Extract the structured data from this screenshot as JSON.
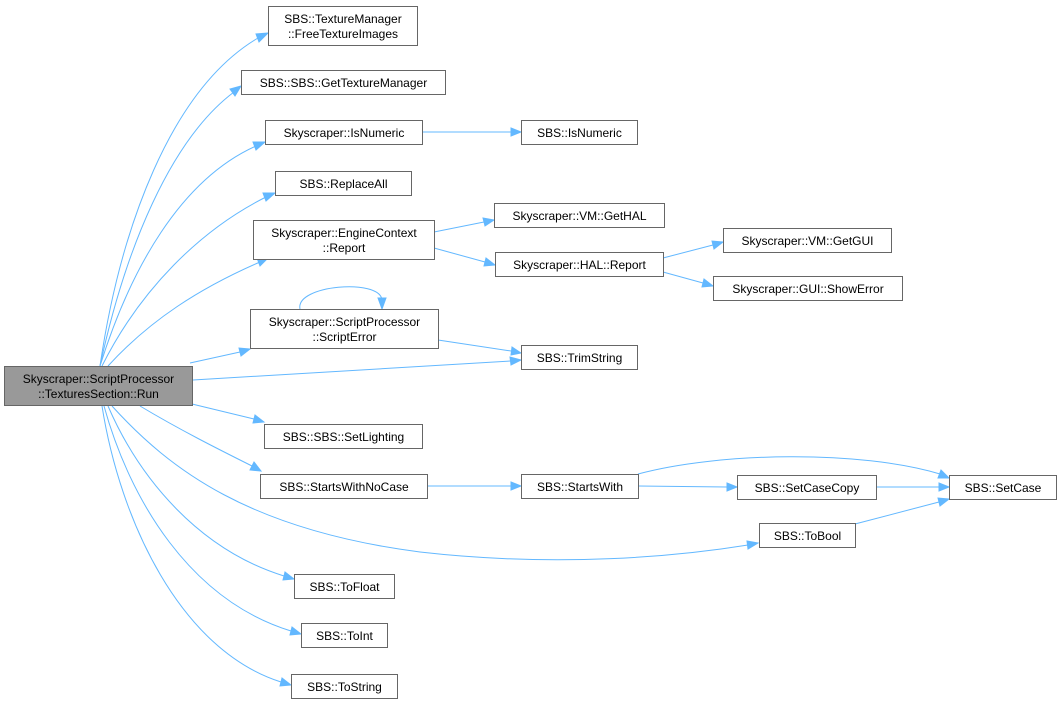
{
  "colors": {
    "edge": "#63b8ff",
    "node_border": "#666666",
    "root_fill": "#999999",
    "node_fill": "#ffffff"
  },
  "nodes": {
    "root": [
      "Skyscraper::ScriptProcessor",
      "::TexturesSection::Run"
    ],
    "free_texture_images": [
      "SBS::TextureManager",
      "::FreeTextureImages"
    ],
    "get_texture_manager": [
      "SBS::SBS::GetTextureManager"
    ],
    "sky_is_numeric": [
      "Skyscraper::IsNumeric"
    ],
    "sbs_is_numeric": [
      "SBS::IsNumeric"
    ],
    "replace_all": [
      "SBS::ReplaceAll"
    ],
    "engine_report": [
      "Skyscraper::EngineContext",
      "::Report"
    ],
    "vm_get_hal": [
      "Skyscraper::VM::GetHAL"
    ],
    "hal_report": [
      "Skyscraper::HAL::Report"
    ],
    "vm_get_gui": [
      "Skyscraper::VM::GetGUI"
    ],
    "gui_show_error": [
      "Skyscraper::GUI::ShowError"
    ],
    "script_error": [
      "Skyscraper::ScriptProcessor",
      "::ScriptError"
    ],
    "trim_string": [
      "SBS::TrimString"
    ],
    "set_lighting": [
      "SBS::SBS::SetLighting"
    ],
    "starts_with_no_case": [
      "SBS::StartsWithNoCase"
    ],
    "starts_with": [
      "SBS::StartsWith"
    ],
    "set_case_copy": [
      "SBS::SetCaseCopy"
    ],
    "set_case": [
      "SBS::SetCase"
    ],
    "to_bool": [
      "SBS::ToBool"
    ],
    "to_float": [
      "SBS::ToFloat"
    ],
    "to_int": [
      "SBS::ToInt"
    ],
    "to_string": [
      "SBS::ToString"
    ]
  }
}
